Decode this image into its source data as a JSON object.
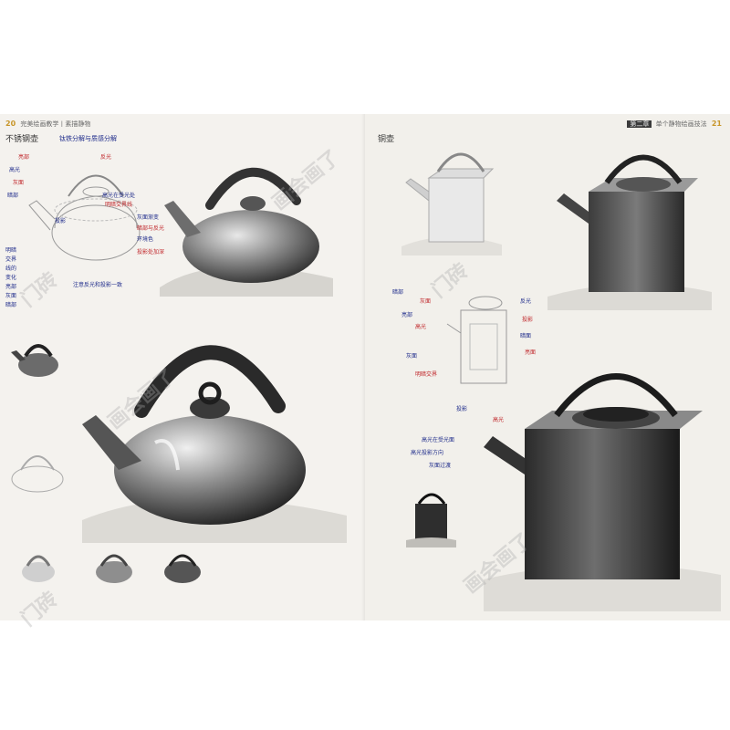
{
  "header": {
    "left_page_num": "20",
    "left_running_title": "完美绘画教学丨素描静物",
    "right_page_tag": "第二章",
    "right_running_title": "单个静物绘画技法",
    "right_page_num": "21"
  },
  "sections": {
    "left_title": "不锈钢壶",
    "left_subtitle": "钛铁分解与质感分解",
    "right_title": "铜壶"
  },
  "annotations_left": [
    "亮部",
    "高光",
    "灰面",
    "暗部",
    "反光",
    "投影",
    "高光在受光处",
    "明暗交界线",
    "灰面渐变",
    "暗部与反光",
    "环境色",
    "投影处加深"
  ],
  "annotations_left_side": [
    "明暗",
    "交界",
    "线的",
    "变化",
    "亮部",
    "灰面",
    "暗部"
  ],
  "annotations_left_bottom": "注意反光和投影一致",
  "annotations_right": [
    "暗部",
    "灰面",
    "亮部",
    "高光",
    "反光",
    "投影",
    "暗面",
    "亮面",
    "灰面",
    "明暗交界",
    "投影",
    "高光"
  ],
  "annotations_right_bottom": [
    "高光在受光面",
    "高光投影方向",
    "灰面过渡"
  ],
  "watermarks": [
    "画会画了",
    "画会画了",
    "画会画了",
    "门砖",
    "门砖",
    "门砖"
  ],
  "colors": {
    "paper": "#f3f1ec",
    "annotation_blue": "#1d2a8a",
    "annotation_red": "#c0262a",
    "page_number": "#c8962a"
  }
}
